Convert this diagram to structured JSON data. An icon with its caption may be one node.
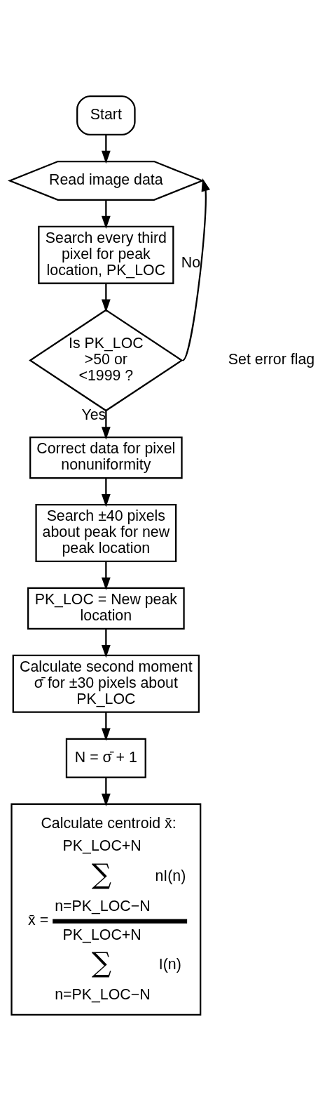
{
  "diagram": {
    "nodes": [
      {
        "text": [
          "Start"
        ]
      },
      {
        "text": [
          "Read image data"
        ]
      },
      {
        "text": [
          "Search every third pixel for peak location, PK_LOC"
        ]
      },
      {
        "text": [
          "Is PK_LOC >50 or <1999 ?"
        ]
      },
      {
        "text": [
          "Correct data for pixel nonuniformity"
        ]
      },
      {
        "text": [
          "Search ±40 pixels about peak for new peak location"
        ]
      },
      {
        "text": [
          "PK_LOC = New peak location"
        ]
      },
      {
        "text": [
          "Calculate second moment σ̄ for ±30 pixels about PK_LOC"
        ]
      },
      {
        "text": [
          "N = σ̄ + 1"
        ]
      },
      {
        "text": [
          "Calculate centroid x̄:",
          "x̄ =",
          "PK_LOC+N",
          "∑",
          "nI(n)",
          "n=PK_LOC−N",
          "PK_LOC+N",
          "∑",
          "I(n)",
          "n=PK_LOC−N"
        ]
      }
    ],
    "edges": [
      {
        "from": 0,
        "to": 1,
        "arrow": "to"
      },
      {
        "from": 1,
        "to": 2,
        "arrow": "to"
      },
      {
        "from": 2,
        "to": 3,
        "arrow": "to"
      },
      {
        "from": 3,
        "to": 1,
        "arrow": "to",
        "label": "No"
      },
      {
        "from": 3,
        "to": 4,
        "arrow": "to",
        "label": "Yes"
      },
      {
        "from": 4,
        "to": 5,
        "arrow": "to"
      },
      {
        "from": 5,
        "to": 6,
        "arrow": "to"
      },
      {
        "from": 6,
        "to": 7,
        "arrow": "to"
      },
      {
        "from": 7,
        "to": 8,
        "arrow": "to"
      },
      {
        "from": 8,
        "to": 9,
        "arrow": "to"
      }
    ],
    "labels": [
      "Set error flag"
    ]
  }
}
